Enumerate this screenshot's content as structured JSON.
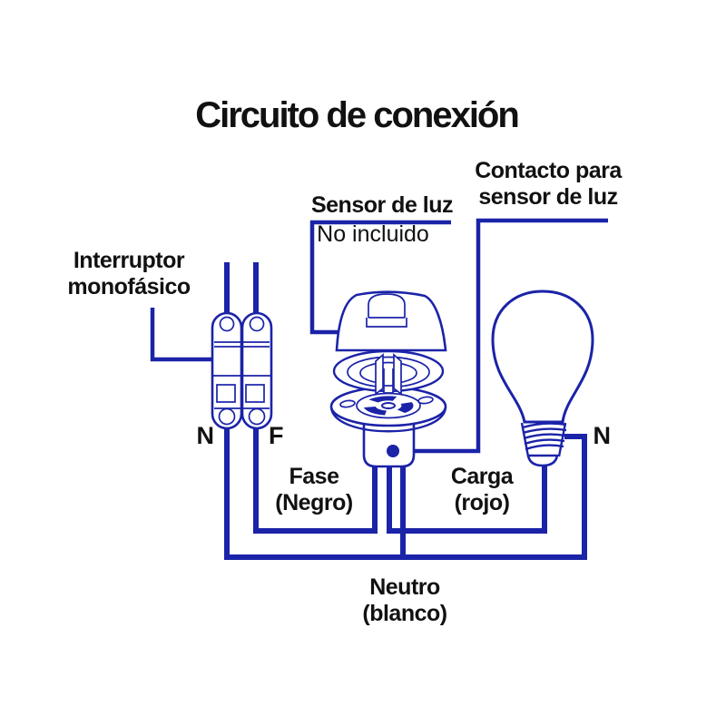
{
  "title": "Circuito de conexión",
  "labels": {
    "contact_for_sensor": "Contacto para\nsensor de luz",
    "sensor_name": "Sensor de luz",
    "sensor_note": "No incluido",
    "breaker": "Interruptor\nmonofásico",
    "breaker_neutral": "N",
    "breaker_phase": "F",
    "phase": "Fase\n(Negro)",
    "load": "Carga\n(rojo)",
    "bulb_neutral": "N",
    "neutral": "Neutro\n(blanco)"
  },
  "colors": {
    "line": "#1b23a8",
    "ink": "#111111",
    "bg": "#ffffff"
  }
}
